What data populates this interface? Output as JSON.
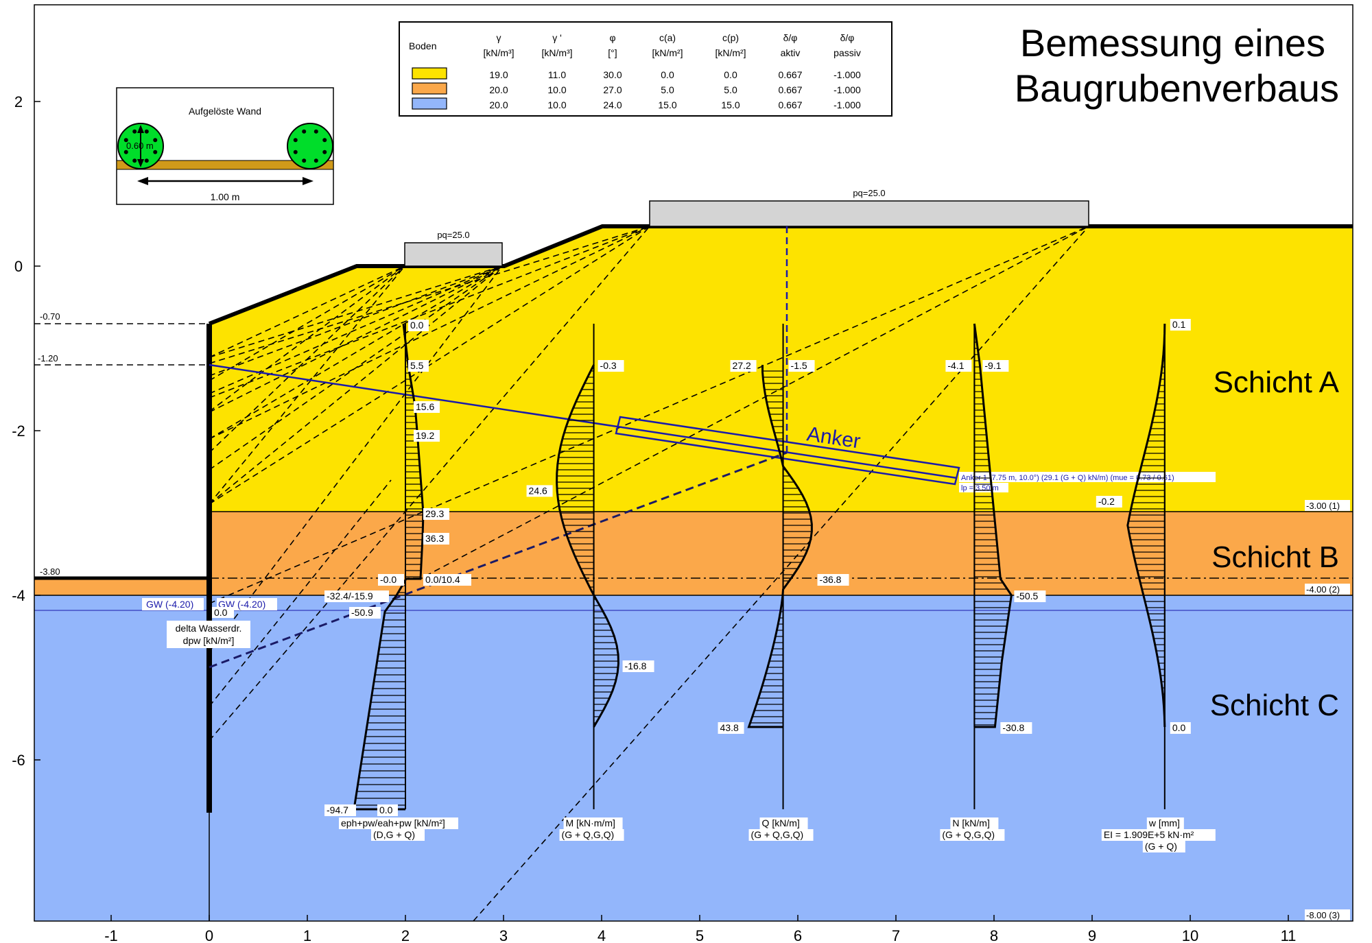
{
  "title": [
    "Bemessung eines",
    "Baugrubenverbaus"
  ],
  "axes": {
    "x_ticks": [
      "-1",
      "0",
      "1",
      "2",
      "3",
      "4",
      "5",
      "6",
      "7",
      "8",
      "9",
      "10",
      "11"
    ],
    "y_ticks": [
      "2",
      "0",
      "-2",
      "-4",
      "-6"
    ]
  },
  "wall_sketch": {
    "title": "Aufgelöste Wand",
    "diameter": "0.60 m",
    "spacing": "1.00 m"
  },
  "soil_table": {
    "headers": [
      [
        "Boden"
      ],
      [
        "γ",
        "[kN/m³]"
      ],
      [
        "γ '",
        "[kN/m³]"
      ],
      [
        "φ",
        "[°]"
      ],
      [
        "c(a)",
        "[kN/m²]"
      ],
      [
        "c(p)",
        "[kN/m²]"
      ],
      [
        "δ/φ",
        "aktiv"
      ],
      [
        "δ/φ",
        "passiv"
      ]
    ],
    "rows": [
      {
        "color": "#fde300",
        "values": [
          "19.0",
          "11.0",
          "30.0",
          "0.0",
          "0.0",
          "0.667",
          "-1.000"
        ]
      },
      {
        "color": "#fba84a",
        "values": [
          "20.0",
          "10.0",
          "27.0",
          "5.0",
          "5.0",
          "0.667",
          "-1.000"
        ]
      },
      {
        "color": "#93b6fb",
        "values": [
          "20.0",
          "10.0",
          "24.0",
          "15.0",
          "15.0",
          "0.667",
          "-1.000"
        ]
      }
    ]
  },
  "colors": {
    "layer_a": "#fde300",
    "layer_b": "#fba84a",
    "layer_c": "#93b6fb",
    "load": "#d4d4d4",
    "anchor": "#1a1aaa"
  },
  "loads": [
    "pq=25.0",
    "pq=25.0"
  ],
  "layers": [
    {
      "name": "Schicht A",
      "bottom": "-3.00 (1)"
    },
    {
      "name": "Schicht B",
      "bottom": "-4.00 (2)"
    },
    {
      "name": "Schicht C",
      "bottom": "-8.00 (3)"
    }
  ],
  "levels": [
    "-0.70",
    "-1.20",
    "-3.80"
  ],
  "groundwater": [
    "GW (-4.20)",
    "GW (-4.20)"
  ],
  "water_pressure": {
    "value": "0.0",
    "label": [
      "delta Wasserdr.",
      "dpw [kN/m²]"
    ]
  },
  "anchor": {
    "label": "Anker",
    "info": "Anker 1 (7.75 m, 10.0°)  (29.1 (G + Q) kN/m) (mue = 0.73 / 0.61)",
    "lp": "lp = 3.50 m"
  },
  "diagrams": [
    {
      "name": "eph+pw/eah+pw [kN/m²]",
      "case": "(D,G + Q)",
      "values": [
        "0.0",
        "5.5",
        "15.6",
        "19.2",
        "29.3",
        "36.3",
        "-0.0",
        "0.0/10.4",
        "-32.4/-15.9",
        "-50.9",
        "-94.7",
        "0.0"
      ]
    },
    {
      "name": "M [kN·m/m]",
      "case": "(G + Q,G,Q)",
      "values": [
        "-0.3",
        "24.6",
        "-16.8"
      ]
    },
    {
      "name": "Q [kN/m]",
      "case": "(G + Q,G,Q)",
      "values": [
        "27.2",
        "-1.5",
        "-36.8",
        "43.8"
      ]
    },
    {
      "name": "N [kN/m]",
      "case": "(G + Q,G,Q)",
      "values": [
        "-4.1",
        "-9.1",
        "-50.5",
        "-30.8"
      ]
    },
    {
      "name": "w [mm]",
      "case": "(G + Q)",
      "stiffness": "EI =  1.909E+5 kN·m²",
      "values": [
        "0.1",
        "-0.2",
        "0.0"
      ]
    }
  ]
}
